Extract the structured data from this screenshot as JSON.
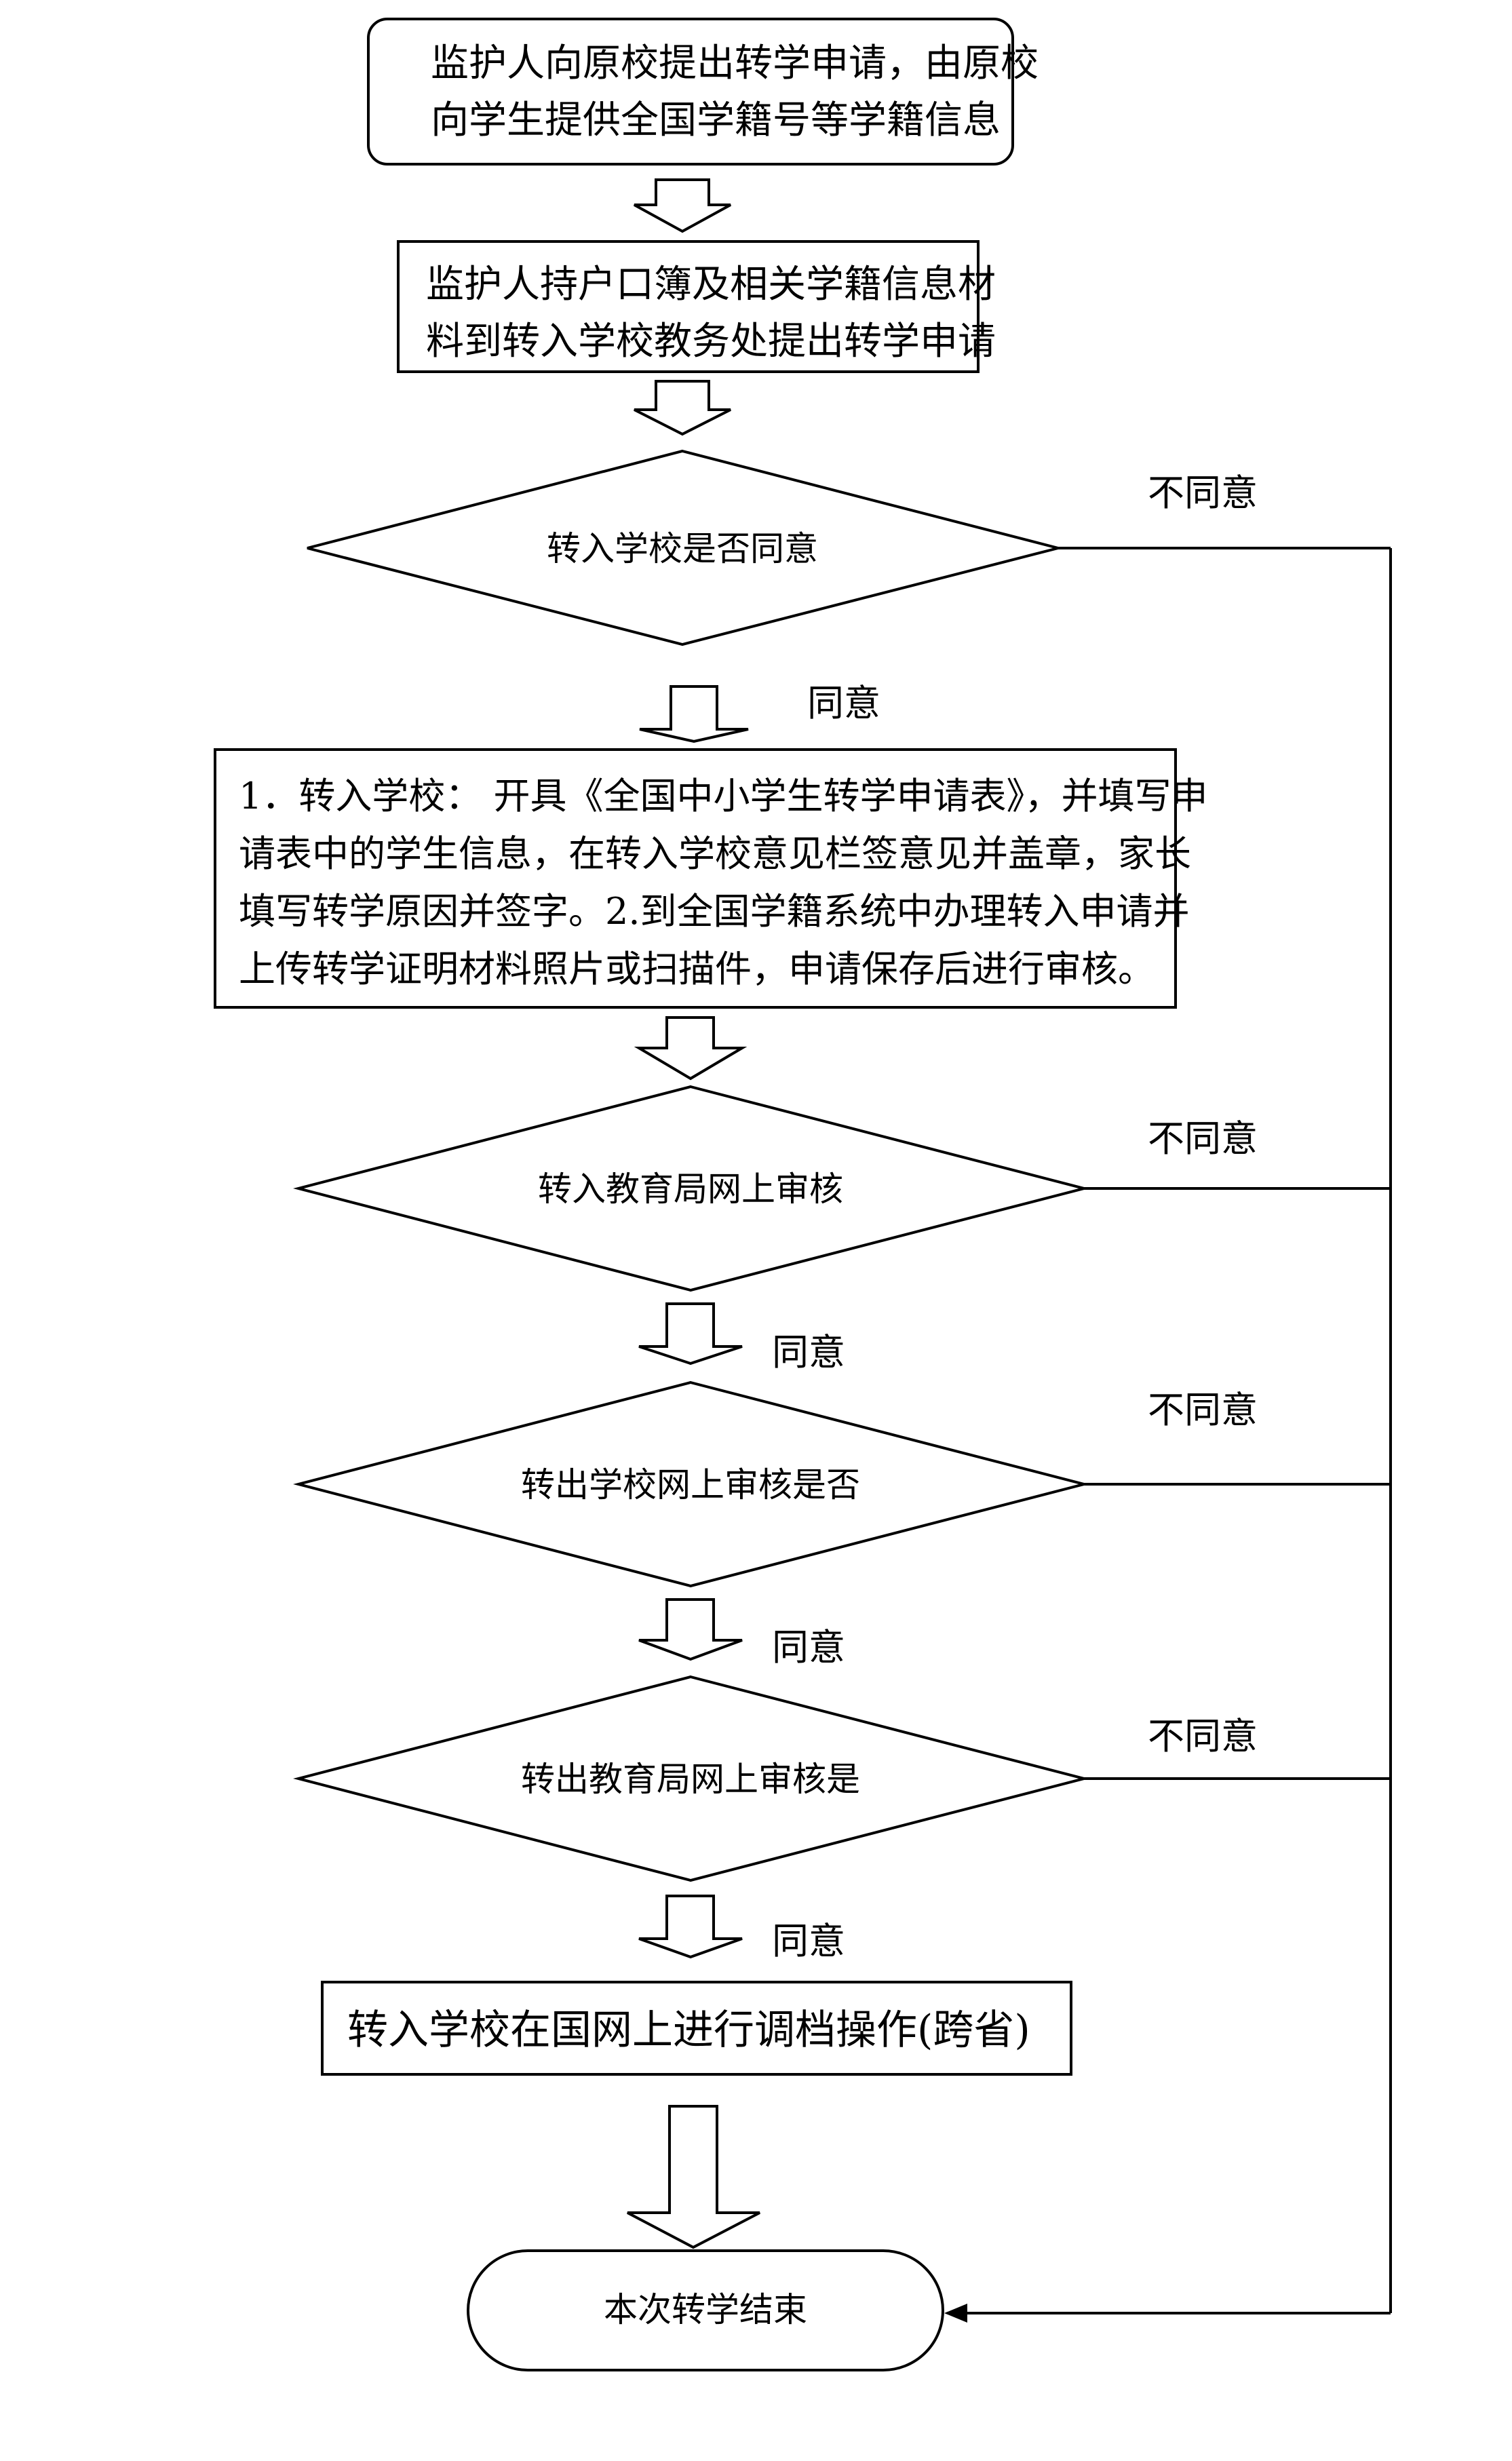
{
  "steps": {
    "s1": {
      "lines": [
        "监护人向原校提出转学申请，由原校",
        "向学生提供全国学籍号等学籍信息"
      ]
    },
    "s2": {
      "lines": [
        "监护人持户口簿及相关学籍信息材",
        "料到转入学校教务处提出转学申请"
      ]
    },
    "d1": {
      "label": "转入学校是否同意"
    },
    "s3": {
      "lines": [
        "1．转入学校：  开具《全国中小学生转学申请表》，并填写申",
        "请表中的学生信息，在转入学校意见栏签意见并盖章，家长",
        "填写转学原因并签字。2.到全国学籍系统中办理转入申请并",
        "上传转学证明材料照片或扫描件，申请保存后进行审核。"
      ]
    },
    "d2": {
      "label": "转入教育局网上审核"
    },
    "d3": {
      "label": "转出学校网上审核是否"
    },
    "d4": {
      "label": "转出教育局网上审核是"
    },
    "s4": {
      "label": "转入学校在国网上进行调档操作(跨省)"
    },
    "end": {
      "label": "本次转学结束"
    }
  },
  "branch_labels": {
    "agree": "同意",
    "disagree": "不同意"
  }
}
